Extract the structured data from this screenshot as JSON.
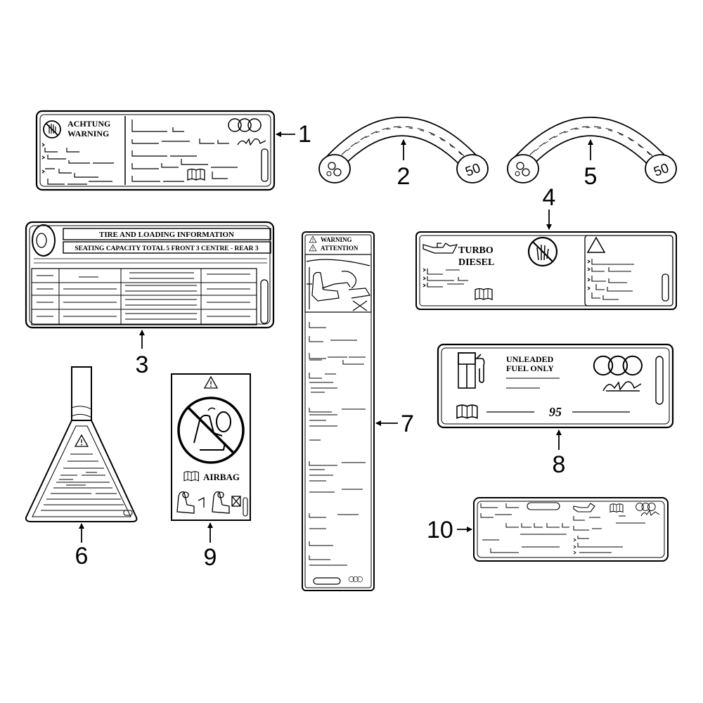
{
  "callouts": {
    "c1": "1",
    "c2": "2",
    "c3": "3",
    "c4": "4",
    "c5": "5",
    "c6": "6",
    "c7": "7",
    "c8": "8",
    "c9": "9",
    "c10": "10"
  },
  "label1": {
    "line1": "ACHTUNG",
    "line2": "WARNING"
  },
  "label3": {
    "title": "TIRE AND LOADING INFORMATION",
    "subtitle": "SEATING CAPACITY TOTAL 5 FRONT 3 CENTRE - REAR 3"
  },
  "label4": {
    "line1": "TURBO",
    "line2": "DIESEL"
  },
  "label7": {
    "line1": "WARNING",
    "line2": "ATTENTION"
  },
  "label8": {
    "line1": "UNLEADED",
    "line2": "FUEL ONLY",
    "octane": "95"
  },
  "label9": {
    "text": "AIRBAG"
  },
  "hose_number": "50",
  "icons": [
    "warning-triangle-icon",
    "no-hand-icon",
    "manual-book-icon",
    "brand-rings-icon",
    "fuel-pump-icon",
    "oil-can-icon",
    "tire-icon",
    "child-seat-icon",
    "no-airbag-child-seat-icon"
  ]
}
